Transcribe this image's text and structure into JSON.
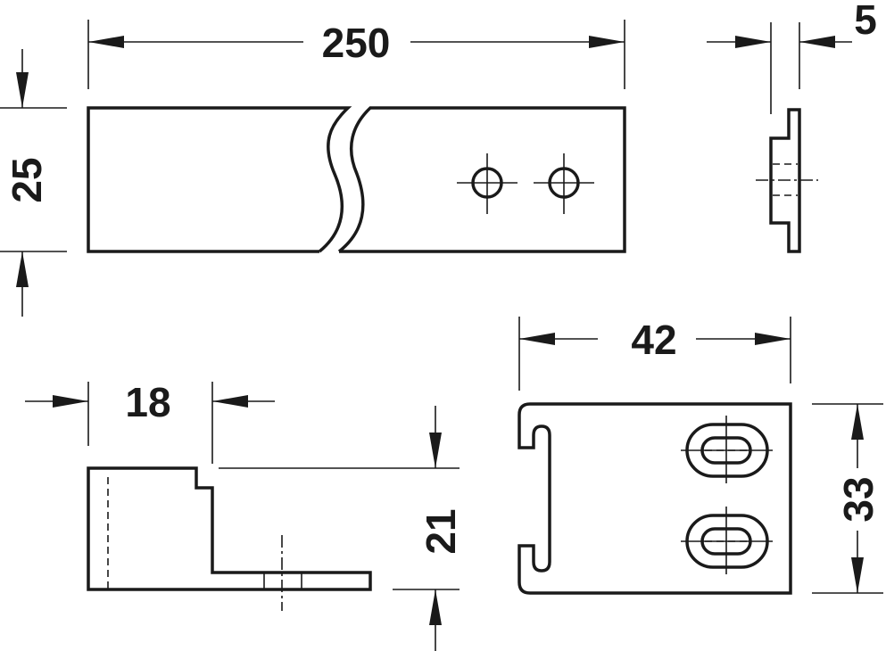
{
  "dimensions": {
    "length": "250",
    "width": "25",
    "thickness": "5",
    "bracket_width": "42",
    "bracket_height": "33",
    "profile_depth": "18",
    "profile_height": "21"
  },
  "colors": {
    "line": "#1a1a1a",
    "background": "#ffffff"
  }
}
